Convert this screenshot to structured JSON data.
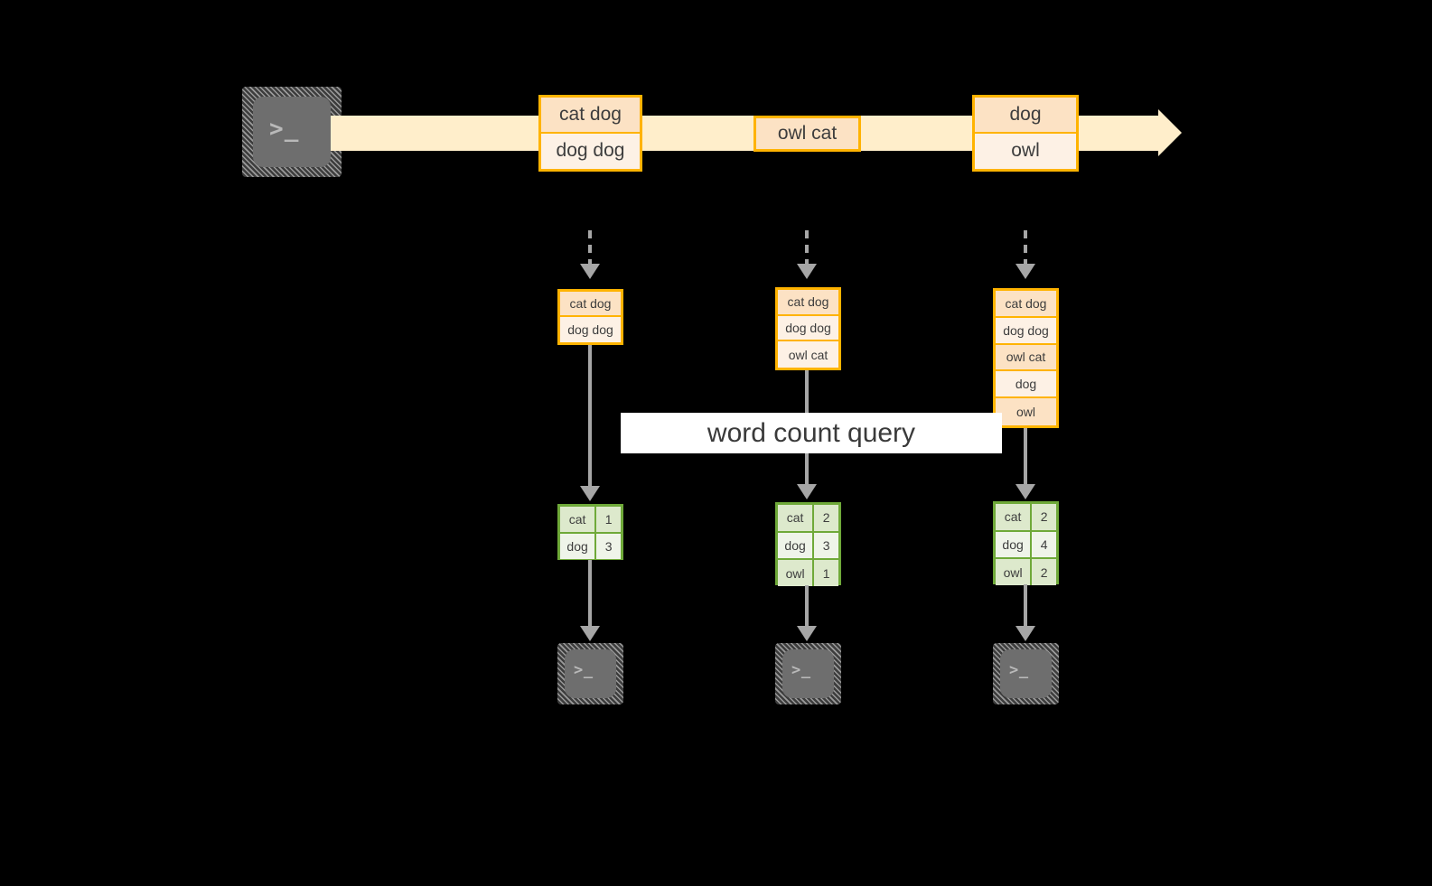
{
  "diagram": {
    "title": "streaming word count pipeline",
    "colors": {
      "background": "#000000",
      "stream_fill": "#FFEECB",
      "record_border": "#FFB300",
      "record_fill_dark": "#FCE2C4",
      "record_fill_light": "#FDF1E5",
      "table_border": "#6FA939",
      "table_fill_dark": "#DDE9CC",
      "table_fill_light": "#EFF4E9",
      "connector": "#A6A6A6",
      "terminal_body": "#6E6E6E",
      "terminal_glyph": "#B9B9B9",
      "label_band": "#FFFFFF",
      "text": "#3D3D3D"
    },
    "query_label": "word count query",
    "source": {
      "icon": "terminal-icon",
      "glyph": ">_"
    },
    "stream": {
      "name": "event-stream-arrow",
      "records": [
        {
          "id": "stream-record-1",
          "lines": [
            {
              "text": "cat dog",
              "shade": "dark"
            },
            {
              "text": "dog dog",
              "shade": "light"
            }
          ]
        },
        {
          "id": "stream-record-2",
          "lines": [
            {
              "text": "owl cat",
              "shade": "dark"
            }
          ]
        },
        {
          "id": "stream-record-3",
          "lines": [
            {
              "text": "dog",
              "shade": "dark"
            },
            {
              "text": "owl",
              "shade": "light"
            }
          ]
        }
      ]
    },
    "snapshots": [
      {
        "id": "snapshot-1",
        "state": {
          "name": "accumulated-records-1",
          "lines": [
            {
              "text": "cat dog",
              "shade": "dark"
            },
            {
              "text": "dog dog",
              "shade": "light"
            }
          ]
        },
        "result": {
          "name": "word-count-table-1",
          "rows": [
            {
              "word": "cat",
              "count": "1",
              "shade": "dark"
            },
            {
              "word": "dog",
              "count": "3",
              "shade": "light"
            }
          ]
        },
        "sink": {
          "icon": "terminal-icon",
          "glyph": ">_"
        }
      },
      {
        "id": "snapshot-2",
        "state": {
          "name": "accumulated-records-2",
          "lines": [
            {
              "text": "cat dog",
              "shade": "dark"
            },
            {
              "text": "dog dog",
              "shade": "light"
            },
            {
              "text": "owl cat",
              "shade": "light"
            }
          ]
        },
        "result": {
          "name": "word-count-table-2",
          "rows": [
            {
              "word": "cat",
              "count": "2",
              "shade": "dark"
            },
            {
              "word": "dog",
              "count": "3",
              "shade": "light"
            },
            {
              "word": "owl",
              "count": "1",
              "shade": "dark"
            }
          ]
        },
        "sink": {
          "icon": "terminal-icon",
          "glyph": ">_"
        }
      },
      {
        "id": "snapshot-3",
        "state": {
          "name": "accumulated-records-3",
          "lines": [
            {
              "text": "cat dog",
              "shade": "dark"
            },
            {
              "text": "dog dog",
              "shade": "light"
            },
            {
              "text": "owl cat",
              "shade": "dark"
            },
            {
              "text": "dog",
              "shade": "light"
            },
            {
              "text": "owl",
              "shade": "dark"
            }
          ]
        },
        "result": {
          "name": "word-count-table-3",
          "rows": [
            {
              "word": "cat",
              "count": "2",
              "shade": "dark"
            },
            {
              "word": "dog",
              "count": "4",
              "shade": "light"
            },
            {
              "word": "owl",
              "count": "2",
              "shade": "dark"
            }
          ]
        },
        "sink": {
          "icon": "terminal-icon",
          "glyph": ">_"
        }
      }
    ]
  }
}
